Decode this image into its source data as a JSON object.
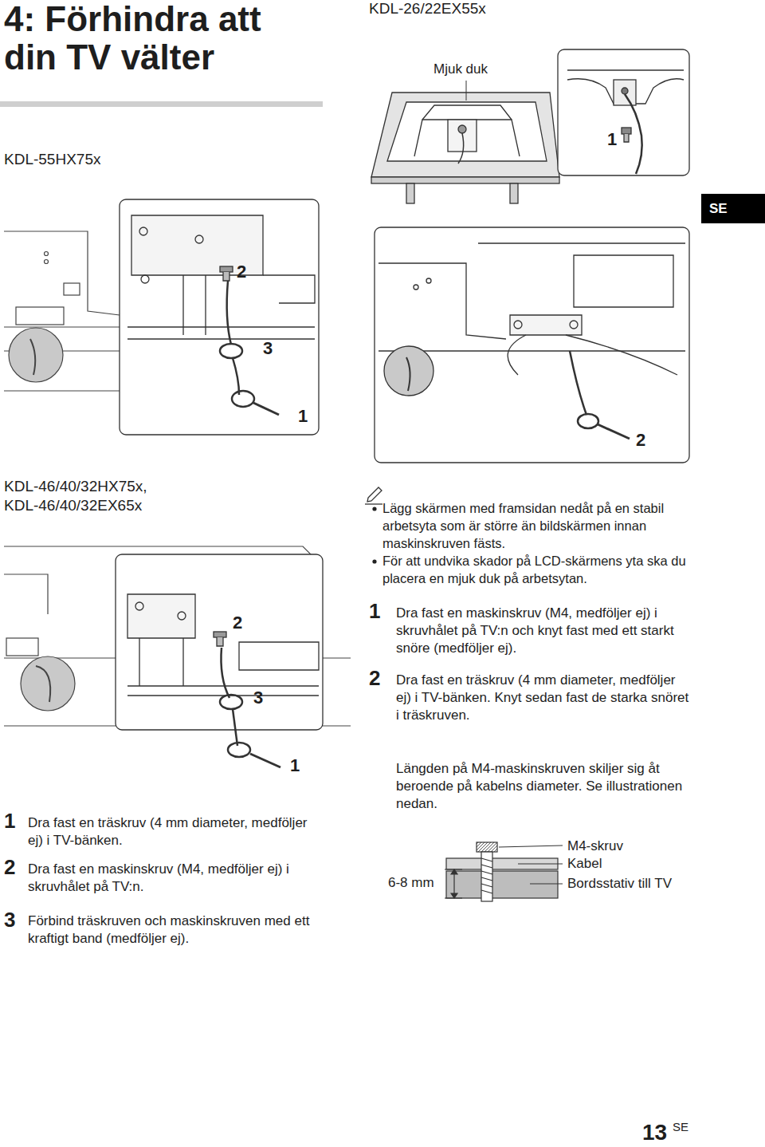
{
  "diagram": {
    "title": "4: Förhindra att din TV välter",
    "nodes": [
      {
        "text": [
          "SE"
        ]
      }
    ],
    "labels": [
      "KDL-26/22EX55x",
      "Mjuk duk",
      "1",
      "KDL-55HX75x",
      "2",
      "3",
      "1",
      "2",
      "KDL-46/40/32HX75x,",
      "KDL-46/40/32EX65x",
      "2",
      "3",
      "1",
      "Lägg skärmen med framsidan nedåt på en stabil arbetsyta som är större än bildskärmen innan maskinskruven fästs.",
      "För att undvika skador på LCD-skärmens yta ska du placera en mjuk duk på arbetsytan.",
      "1",
      "Dra fast en maskinskruv (M4, medföljer ej) i skruvhålet på TV:n och knyt fast med ett starkt snöre (medföljer ej).",
      "2",
      "Dra fast en träskruv (4 mm diameter, medföljer ej) i TV-bänken. Knyt sedan fast de starka snöret i träskruven.",
      "Längden på M4-maskinskruven skiljer sig åt beroende på kabelns diameter. Se illustrationen nedan.",
      "M4-skruv",
      "Kabel",
      "6-8 mm",
      "Bordsstativ till TV",
      "1",
      "Dra fast en träskruv (4 mm diameter, medföljer ej) i TV-bänken.",
      "2",
      "Dra fast en maskinskruv (M4, medföljer ej) i skruvhålet på TV:n.",
      "3",
      "Förbind träskruven och maskinskruven med ett kraftigt band (medföljer ej).",
      "13",
      "SE"
    ]
  }
}
